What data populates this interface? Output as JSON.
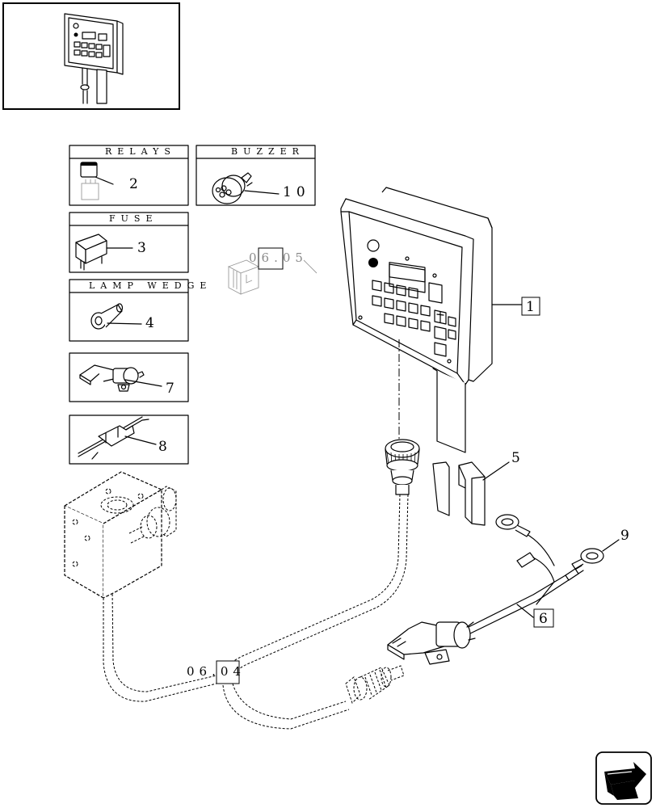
{
  "boxes": {
    "relays": "RELAYS",
    "buzzer": "BUZZER",
    "fuse": "FUSE",
    "lamp_wedge": "LAMP WEDGE"
  },
  "callouts": {
    "c1": "1",
    "c2": "2",
    "c3": "3",
    "c4": "4",
    "c5": "5",
    "c6": "6",
    "c7": "7",
    "c8": "8",
    "c9": "9",
    "c10": "10"
  },
  "refs": {
    "ref_0605": "06.05",
    "ref_0604": "06.04"
  },
  "icons": {
    "thumbnail": "control-panel-thumbnail",
    "nav": "next-page-arrow-icon"
  }
}
